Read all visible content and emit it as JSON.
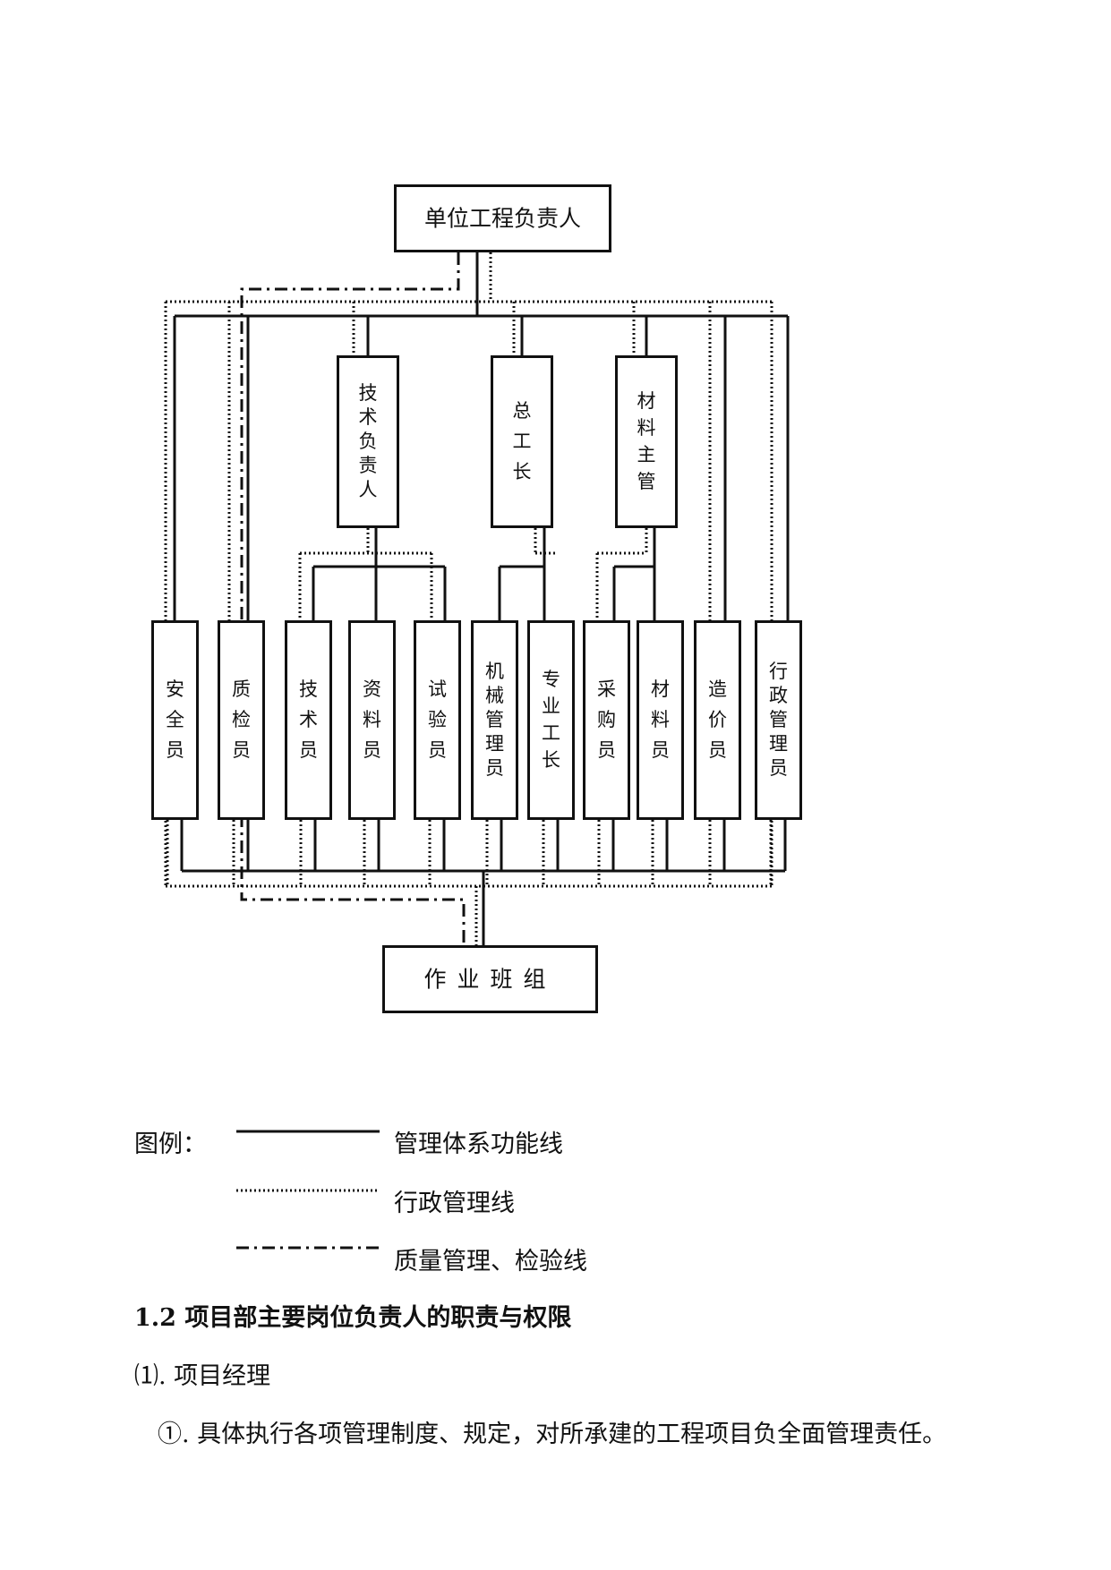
{
  "org_chart": {
    "top": "单位工程负责人",
    "managers": [
      {
        "id": "tech",
        "label": "技术负责人"
      },
      {
        "id": "foreman",
        "label": "总工长"
      },
      {
        "id": "material",
        "label": "材料主管"
      }
    ],
    "staff": [
      {
        "id": "safety",
        "label": "安全员"
      },
      {
        "id": "quality",
        "label": "质检员"
      },
      {
        "id": "technician",
        "label": "技术员"
      },
      {
        "id": "documents",
        "label": "资料员"
      },
      {
        "id": "testing",
        "label": "试验员"
      },
      {
        "id": "machinery",
        "label": "机械管理员"
      },
      {
        "id": "specialty",
        "label": "专业工长"
      },
      {
        "id": "purchasing",
        "label": "采购员"
      },
      {
        "id": "materials",
        "label": "材料员"
      },
      {
        "id": "cost",
        "label": "造价员"
      },
      {
        "id": "admin",
        "label": "行政管理员"
      }
    ],
    "bottom": "作业班组"
  },
  "legend": {
    "title": "图例：",
    "items": [
      {
        "style": "solid",
        "label": "管理体系功能线"
      },
      {
        "style": "dotted",
        "label": "行政管理线"
      },
      {
        "style": "dashdot",
        "label": "质量管理、检验线"
      }
    ]
  },
  "section": {
    "heading": "1.2 项目部主要岗位负责人的职责与权限",
    "subheading": "⑴. 项目经理",
    "item1": "①. 具体执行各项管理制度、规定，对所承建的工程项目负全面管理责任。"
  },
  "colors": {
    "line": "#111111"
  }
}
